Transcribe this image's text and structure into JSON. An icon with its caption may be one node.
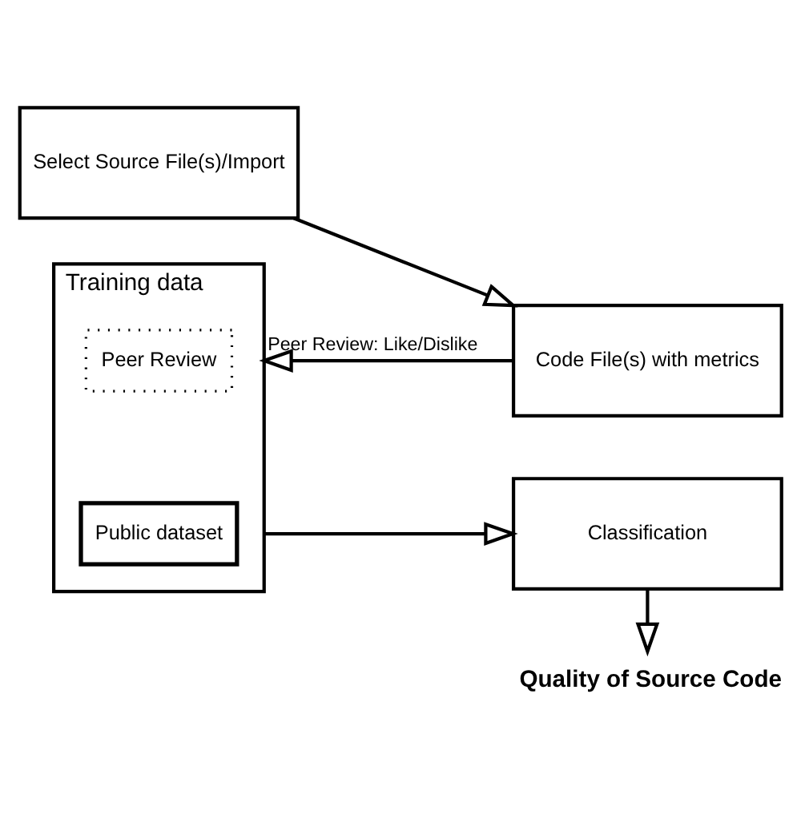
{
  "diagram": {
    "nodes": [
      {
        "text": [
          "Select Source File(s)/Import"
        ]
      },
      {
        "text": [
          "Code File(s) with metrics"
        ]
      },
      {
        "text": [
          "Training data"
        ]
      },
      {
        "text": [
          "Peer Review"
        ],
        "in": 2
      },
      {
        "text": [
          "Public dataset"
        ],
        "in": 2
      },
      {
        "text": [
          "Classification"
        ]
      },
      {
        "text": [
          "Quality of Source Code"
        ]
      }
    ],
    "edges": [
      {
        "from": 0,
        "to": 1,
        "arrow": "to"
      },
      {
        "from": 1,
        "to": 2,
        "arrow": "to",
        "label": "Peer Review: Like/Dislike"
      },
      {
        "from": 2,
        "to": 5,
        "arrow": "to"
      },
      {
        "from": 5,
        "to": 6,
        "arrow": "to"
      }
    ]
  }
}
